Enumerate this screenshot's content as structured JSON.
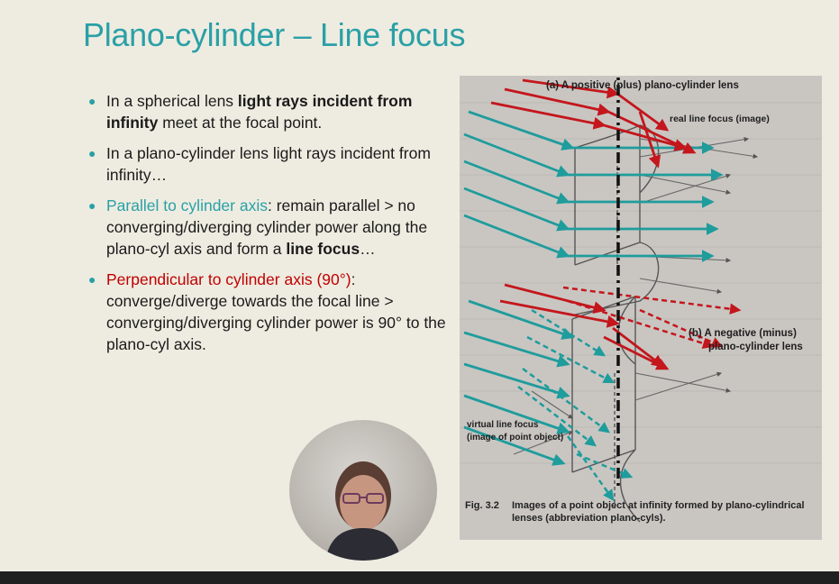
{
  "slide": {
    "title": "Plano-cylinder – Line focus",
    "bullets": [
      {
        "pre": "In a spherical lens ",
        "bold": "light rays incident from infinity",
        "post": " meet at the focal point."
      },
      {
        "text": "In a plano-cylinder lens light rays incident from infinity…"
      },
      {
        "colored": "Parallel to cylinder axis",
        "rest": ": remain parallel > no converging/diverging cylinder power along the plano-cyl axis and form a ",
        "bold": "line focus",
        "end": "…"
      },
      {
        "colored": "Perpendicular to cylinder axis (90°)",
        "rest": ": converge/diverge towards the focal line > converging/diverging cylinder power is 90° to the plano-cyl axis."
      }
    ]
  },
  "figure": {
    "label_a": "(a) A positive (plus) plano-cylinder lens",
    "label_real": "real line focus (image)",
    "label_b1": "(b) A negative (minus)",
    "label_b2": "plano-cylinder lens",
    "label_virtual1": "virtual line focus",
    "label_virtual2": "(image of point object)",
    "caption_num": "Fig. 3.2",
    "caption_text": "Images of a point object at infinity formed by plano-cylindrical lenses (abbreviation plano-cyls)."
  },
  "colors": {
    "title": "#2aa0a6",
    "teal_arrow": "#1f9c9c",
    "red_arrow": "#c4161c",
    "background": "#eeece1"
  }
}
